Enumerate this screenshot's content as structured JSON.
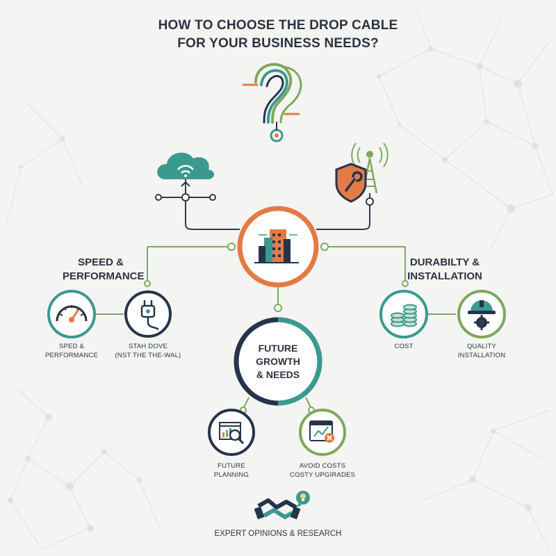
{
  "title": {
    "line1": "HOW TO CHOOSE THE  DROP CABLE",
    "line2": "FOR YOUR BUSINESS NEEDS?"
  },
  "sections": {
    "speed": {
      "heading_line1": "SPEED &",
      "heading_line2": "PERFORMANCE",
      "items": [
        {
          "label_line1": "SPED &",
          "label_line2": "PERFORMANCE",
          "icon": "speedometer-icon"
        },
        {
          "label_line1": "STAH DOVE",
          "label_line2": "(NST THE THE-WAL)",
          "icon": "plug-icon"
        }
      ]
    },
    "durability": {
      "heading_line1": "DURABILTY &",
      "heading_line2": "INSTALLATION",
      "items": [
        {
          "label_line1": "COST",
          "label_line2": "",
          "icon": "coins-icon"
        },
        {
          "label_line1": "QUALITY",
          "label_line2": "INSTALLATION",
          "icon": "hardhat-gear-icon"
        }
      ]
    },
    "future": {
      "heading_line1": "FUTURE",
      "heading_line2": "GROWTH",
      "heading_line3": "& NEEDS",
      "items": [
        {
          "label_line1": "FUTURE",
          "label_line2": "PLANNING",
          "icon": "magnifier-chart-icon"
        },
        {
          "label_line1": "AVOID COSTS",
          "label_line2": "COSTY UPGIRADES",
          "icon": "calendar-chart-x-icon"
        }
      ]
    }
  },
  "footer": {
    "label": "EXPERT OPINIONS & RESEARCH",
    "icons": [
      "handshake-icon",
      "lightbulb-bubble-icon"
    ]
  },
  "colors": {
    "teal": "#3a9a8f",
    "navy": "#25344a",
    "orange": "#e47a45",
    "green": "#7ea85a",
    "gray_line": "#2f3a48",
    "background": "#f4f4f3"
  },
  "top_icons": [
    "question-mark-cable-icon",
    "cloud-wifi-icon",
    "shield-tower-icon",
    "building-icon"
  ]
}
